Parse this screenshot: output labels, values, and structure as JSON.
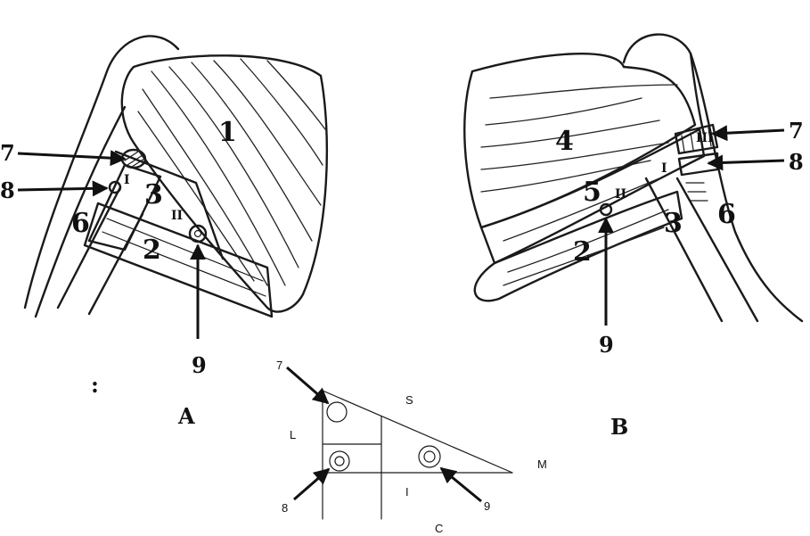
{
  "figure_a": {
    "panel_label": "A",
    "labels": {
      "n1": "1",
      "n2": "2",
      "n3": "3",
      "n6": "6",
      "n7": "7",
      "n8": "8",
      "n9": "9",
      "r1": "I",
      "r2": "II"
    }
  },
  "figure_b": {
    "panel_label": "B",
    "labels": {
      "n2": "2",
      "n3": "3",
      "n4": "4",
      "n5": "5",
      "n6": "6",
      "n7": "7",
      "n8": "8",
      "n9": "9",
      "r1": "I",
      "r2": "II",
      "r3": "III"
    }
  },
  "schematic": {
    "labels": {
      "s": "S",
      "l": "L",
      "m": "M",
      "c": "C",
      "i": "I",
      "n7": "7",
      "n8": "8",
      "n9": "9"
    }
  },
  "stray_mark": ":"
}
